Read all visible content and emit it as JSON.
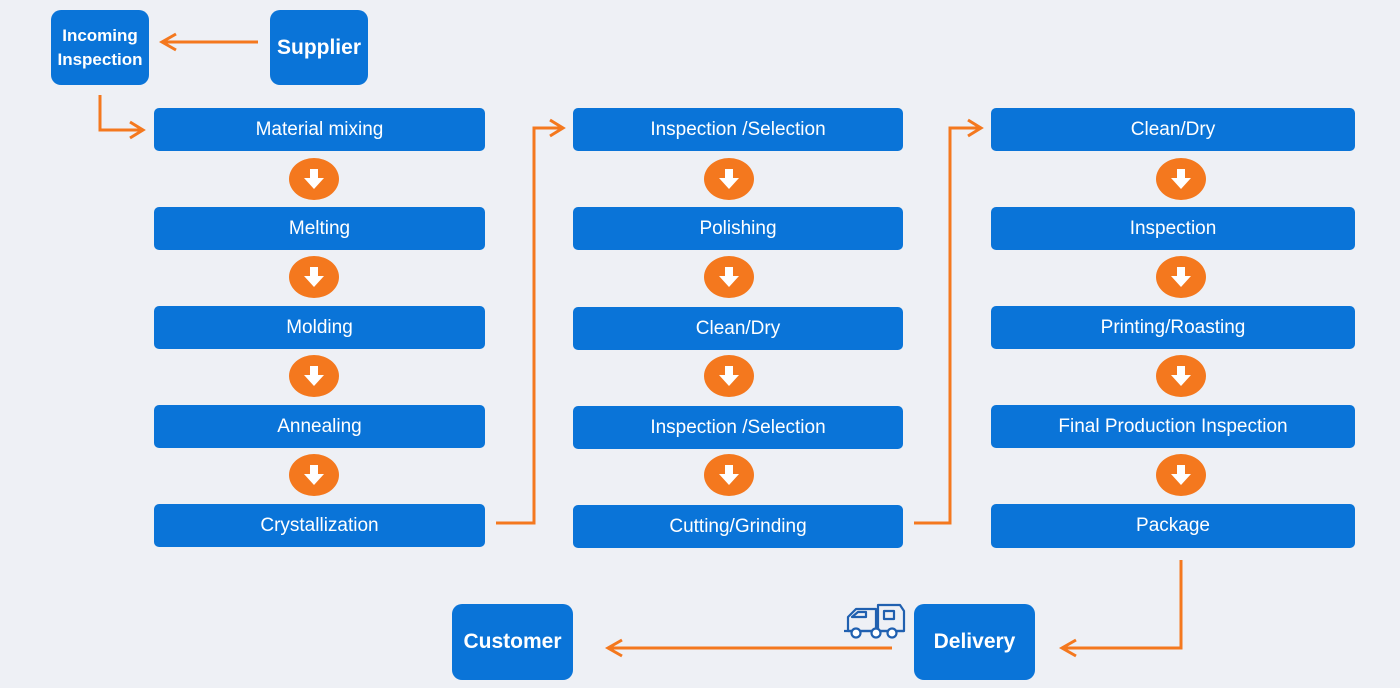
{
  "colors": {
    "box": "#0a74d8",
    "arrow": "#f4781e",
    "background": "#eef0f5"
  },
  "top": {
    "incoming_inspection": "Incoming Inspection",
    "supplier": "Supplier"
  },
  "column1": [
    "Material mixing",
    "Melting",
    "Molding",
    "Annealing",
    "Crystallization"
  ],
  "column2": [
    "Inspection /Selection",
    "Polishing",
    "Clean/Dry",
    "Inspection /Selection",
    "Cutting/Grinding"
  ],
  "column3": [
    "Clean/Dry",
    "Inspection",
    "Printing/Roasting",
    "Final Production Inspection",
    "Package"
  ],
  "bottom": {
    "delivery": "Delivery",
    "customer": "Customer",
    "truck_icon": "truck-icon"
  }
}
